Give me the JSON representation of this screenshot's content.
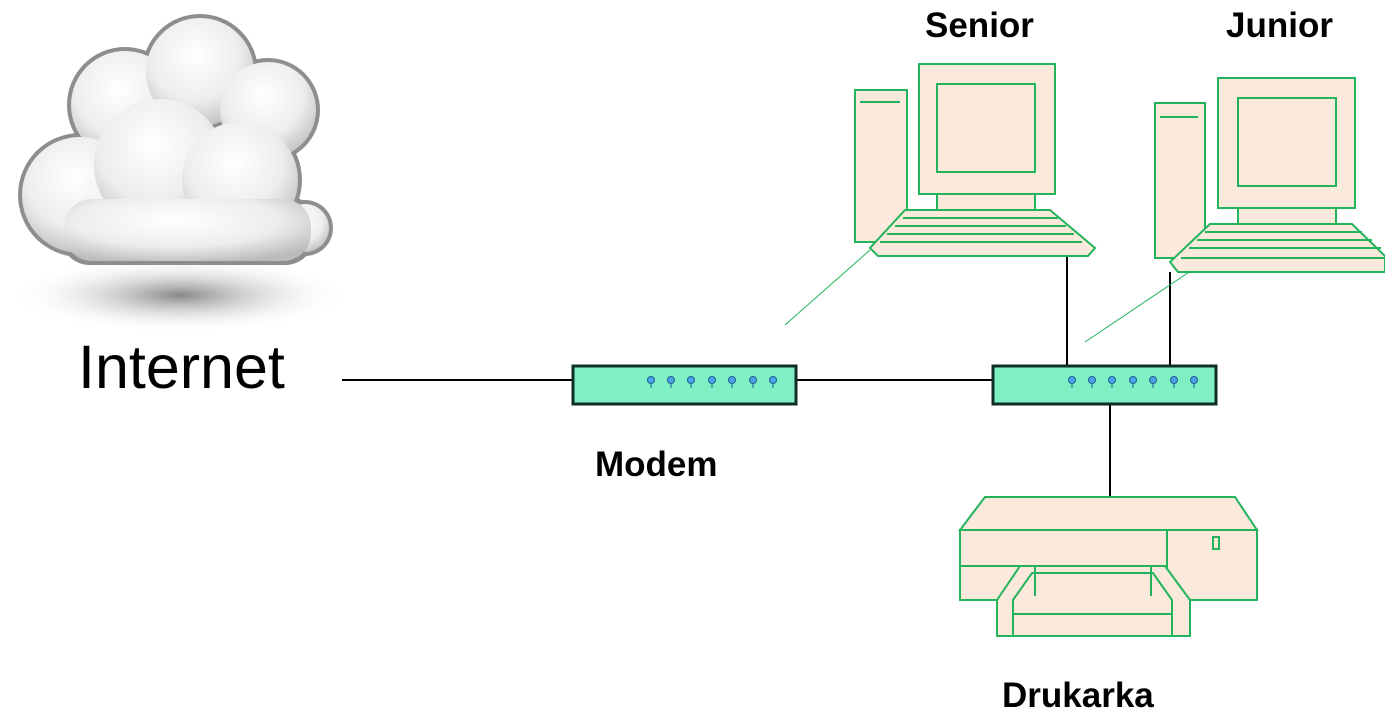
{
  "labels": {
    "internet": "Internet",
    "modem": "Modem",
    "senior": "Senior",
    "junior": "Junior",
    "printer": "Drukarka"
  },
  "colors": {
    "computer_fill": "#fbe9dc",
    "computer_stroke": "#22b45a",
    "device_fill": "#7ff0c4",
    "device_stroke": "#0f2e26",
    "led": "#4aa3e8",
    "cloud": "#d8d8d8",
    "link": "#000000"
  },
  "icons": {
    "cloud": "cloud-icon",
    "computer": "desktop-computer-icon",
    "modem": "modem-icon",
    "switch": "network-switch-icon",
    "printer": "printer-icon"
  }
}
